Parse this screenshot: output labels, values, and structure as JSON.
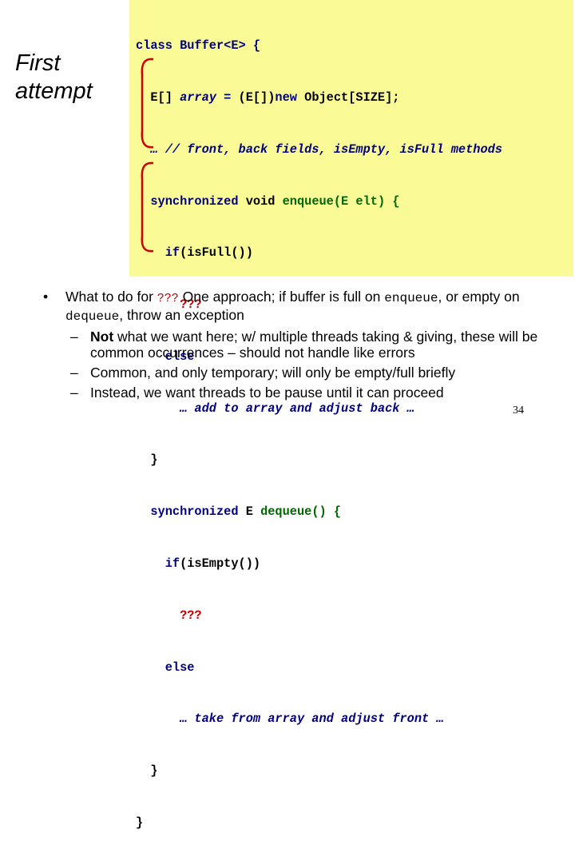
{
  "side_title": {
    "line1": "First",
    "line2": "attempt"
  },
  "code": {
    "l1a": "class ",
    "l1b": "Buffer<E> {",
    "l2a": "  E[] ",
    "l2b": "array = ",
    "l2c": "(E[])",
    "l2d": "new ",
    "l2e": "Object[SIZE];",
    "l3": "  … // front, back fields, isEmpty, isFull methods",
    "l4a": "  synchronized ",
    "l4b": "void ",
    "l4c": "enqueue(E elt) {",
    "l5a": "    if",
    "l5b": "(isFull())",
    "l6": "      ???",
    "l7": "    else",
    "l8": "      … add to array and adjust back …",
    "l9": "  }",
    "l10a": "  synchronized ",
    "l10b": "E ",
    "l10c": "dequeue() {",
    "l11a": "    if",
    "l11b": "(isEmpty())",
    "l12": "      ???",
    "l13": "    else",
    "l14": "      … take from array and adjust front …",
    "l15": "  }",
    "l16": "}"
  },
  "bullets": {
    "main_pre": "What to do for ",
    "main_code": "???",
    "main_mid": " One approach; if buffer is full on ",
    "enqueue": "enqueue",
    "main_or": ", or empty on ",
    "dequeue": "dequeue",
    "main_post": ", throw an exception",
    "sub1_bold": "Not",
    "sub1_rest": " what we want here; w/ multiple threads taking & giving, these will be common occurrences – should not handle like errors",
    "sub2": "Common, and only temporary; will only be empty/full briefly",
    "sub3": "Instead, we want threads to be pause until it can proceed",
    "bullet_char": "•",
    "dash_char": "–"
  },
  "page_number": "34",
  "colors": {
    "code_bg": "#fafa96",
    "keyword": "#000080",
    "method": "#006600",
    "mark": "#c00000"
  }
}
